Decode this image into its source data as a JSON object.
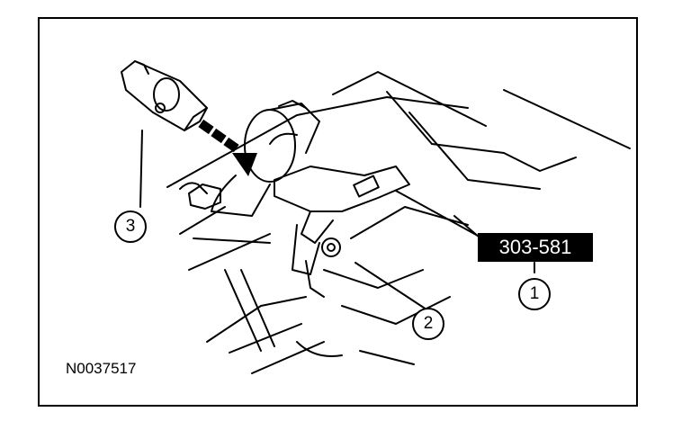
{
  "figure": {
    "id_label": "N0037517",
    "tool_label": "303-581",
    "callouts": [
      {
        "label": "1"
      },
      {
        "label": "2"
      },
      {
        "label": "3"
      }
    ]
  }
}
